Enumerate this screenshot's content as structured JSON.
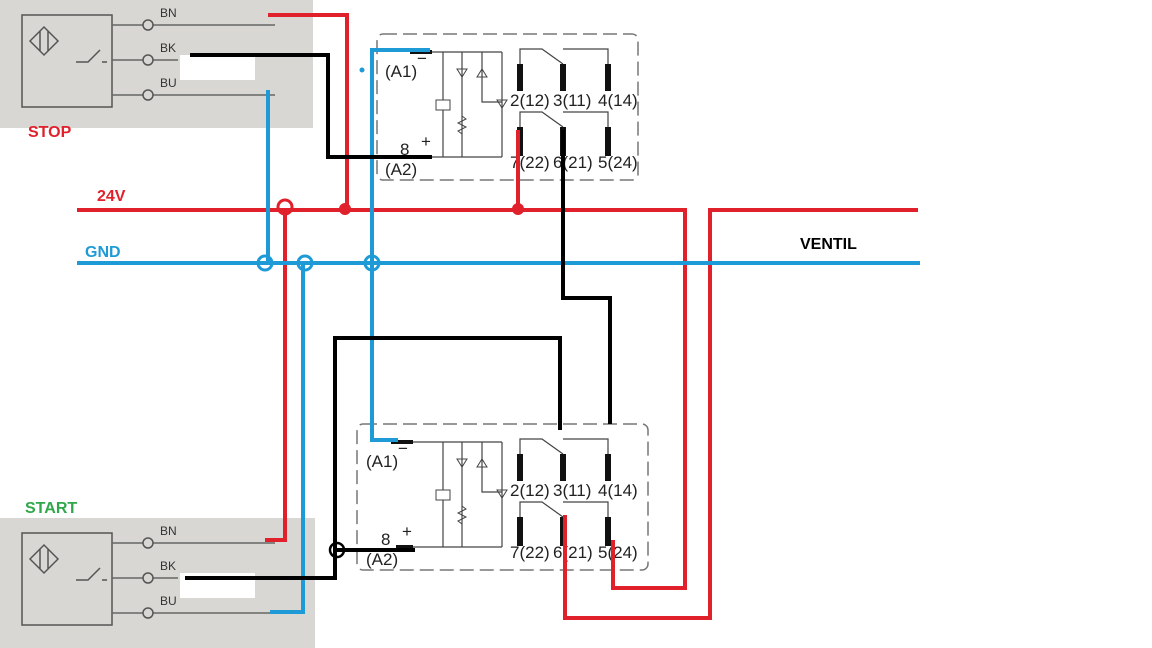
{
  "labels": {
    "stop": "STOP",
    "start": "START",
    "v24": "24V",
    "gnd": "GND",
    "ventil": "VENTIL"
  },
  "sensor_terminals": [
    "BN",
    "BK",
    "BU"
  ],
  "relay": {
    "a1": "(A1)",
    "a1_sign": "−",
    "a2_num": "8",
    "a2_sign": "+",
    "a2": "(A2)",
    "pins_top": [
      "2(12)",
      "3(11)",
      "4(14)"
    ],
    "pins_bottom": [
      "7(22)",
      "6(21)",
      "5(24)"
    ]
  },
  "colors": {
    "power": "#e0202a",
    "ground": "#1e9bd7",
    "signal": "#000000",
    "start_label": "#2ea84a",
    "photo_bg": "#d9d7d3"
  }
}
